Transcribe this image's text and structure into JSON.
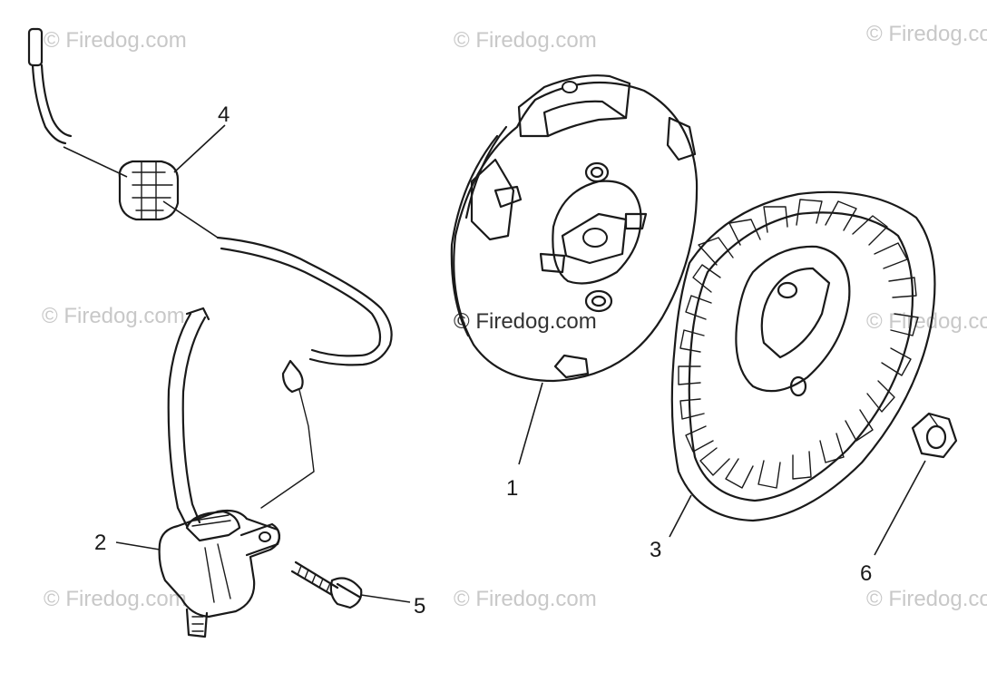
{
  "callouts": {
    "part_1": "1",
    "part_2": "2",
    "part_3": "3",
    "part_4": "4",
    "part_5": "5",
    "part_6": "6"
  },
  "watermark": {
    "text": "© Firedog.com",
    "color": "#c8c8c8",
    "center_color": "#333333"
  },
  "colors": {
    "line": "#1a1a1a",
    "background": "#ffffff"
  }
}
